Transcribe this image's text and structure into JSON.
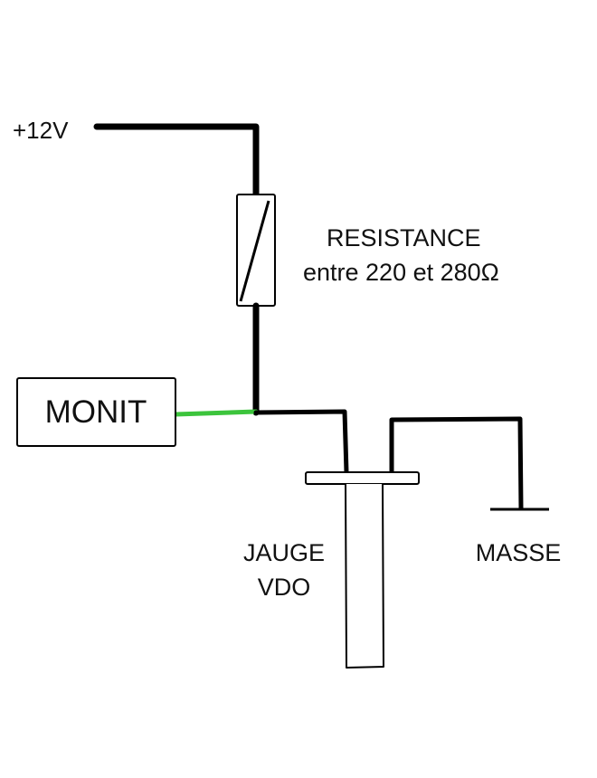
{
  "diagram": {
    "title": "VDO gauge wiring with monitor and resistor",
    "colors": {
      "wire": "#000000",
      "monit_wire": "#3cc43c",
      "background": "#ffffff"
    },
    "labels": {
      "supply": "+12V",
      "resistor_title": "RESISTANCE",
      "resistor_value": "entre 220 et 280Ω",
      "monitor": "MONIT",
      "gauge_line1": "JAUGE",
      "gauge_line2": "VDO",
      "ground": "MASSE"
    },
    "components": [
      {
        "id": "supply",
        "kind": "power-terminal",
        "label_key": "supply"
      },
      {
        "id": "resistor",
        "kind": "resistor",
        "label_key": "resistor_title"
      },
      {
        "id": "monitor",
        "kind": "box",
        "label_key": "monitor"
      },
      {
        "id": "gauge",
        "kind": "sensor",
        "label_key": "gauge_line1"
      },
      {
        "id": "ground",
        "kind": "ground",
        "label_key": "ground"
      }
    ],
    "connections": [
      {
        "from": "supply",
        "to": "resistor"
      },
      {
        "from": "resistor",
        "to": "junction"
      },
      {
        "from": "junction",
        "to": "monitor",
        "color_key": "monit_wire"
      },
      {
        "from": "junction",
        "to": "gauge"
      },
      {
        "from": "gauge",
        "to": "ground"
      }
    ]
  }
}
